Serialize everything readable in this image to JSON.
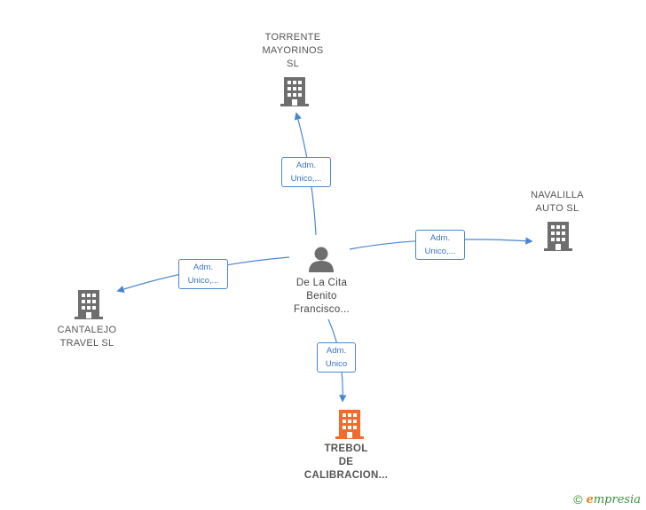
{
  "colors": {
    "edge": "#4a86d0",
    "building_gray": "#6e6e6e",
    "building_focus": "#f26a2e",
    "person": "#6e6e6e",
    "brand_green": "#3a8f3a",
    "brand_orange": "#f07d1a"
  },
  "center": {
    "label": "De La Cita\nBenito\nFrancisco...",
    "icon": "person-icon"
  },
  "nodes": [
    {
      "id": "torrente",
      "label": "TORRENTE\nMAYORINOS\nSL",
      "icon": "building-icon",
      "focus": false
    },
    {
      "id": "navalilla",
      "label": "NAVALILLA\nAUTO  SL",
      "icon": "building-icon",
      "focus": false
    },
    {
      "id": "cantalejo",
      "label": "CANTALEJO\nTRAVEL  SL",
      "icon": "building-icon",
      "focus": false
    },
    {
      "id": "trebol",
      "label": "TREBOL\nDE\nCALIBRACION...",
      "icon": "building-icon",
      "focus": true
    }
  ],
  "edges": [
    {
      "to": "torrente",
      "role": "Adm.\nUnico,..."
    },
    {
      "to": "navalilla",
      "role": "Adm.\nUnico,..."
    },
    {
      "to": "cantalejo",
      "role": "Adm.\nUnico,..."
    },
    {
      "to": "trebol",
      "role": "Adm.\nUnico"
    }
  ],
  "brand": {
    "copyright": "©",
    "initial": "e",
    "name": "mpresia"
  }
}
